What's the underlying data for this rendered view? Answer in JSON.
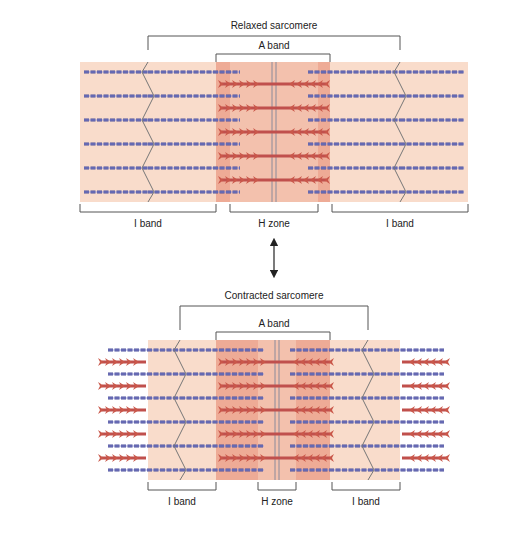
{
  "diagram": {
    "labels": [
      "Relaxed sarcomere",
      "A band",
      "I band",
      "H zone",
      "I band",
      "Contracted sarcomere",
      "A band",
      "I band",
      "H zone",
      "I band"
    ]
  }
}
